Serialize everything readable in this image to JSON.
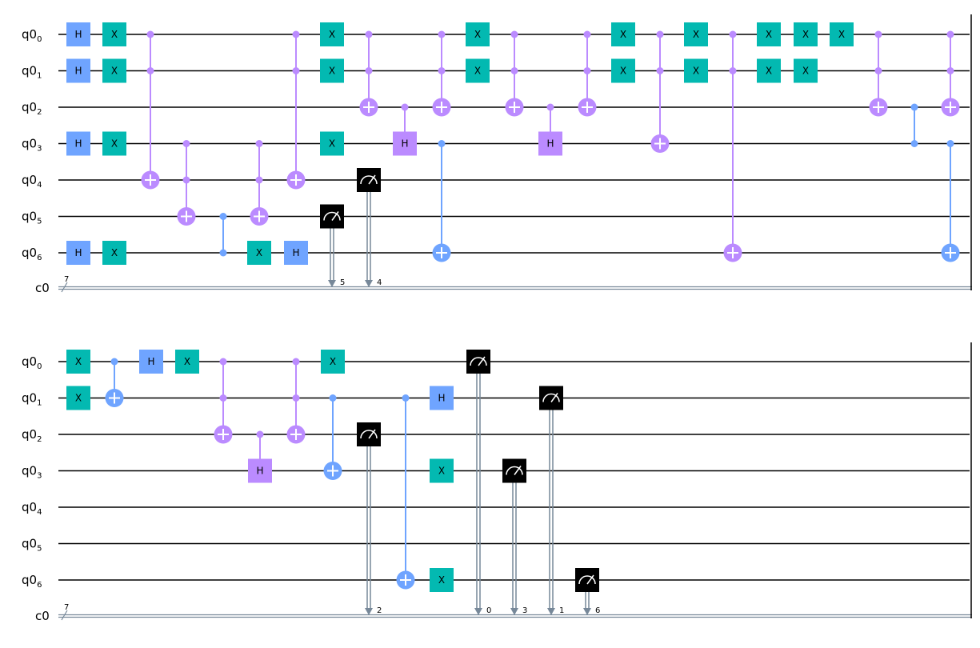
{
  "circuit": {
    "register_prefix": "q0",
    "qubit_labels": [
      "q0",
      "q0",
      "q0",
      "q0",
      "q0",
      "q0",
      "q0"
    ],
    "qubit_subscripts": [
      "0",
      "1",
      "2",
      "3",
      "4",
      "5",
      "6"
    ],
    "classical_label": "c0",
    "classical_size": "7",
    "colors": {
      "h": "#6fa4ff",
      "x": "#03b9b1",
      "ccx": "#bb8bff",
      "cx": "#6fa4ff",
      "cz": "#6fa4ff",
      "ch": "#bb8bff",
      "measure": "#000000",
      "wire": "#000000",
      "classical": "#778899"
    },
    "rows": [
      {
        "ops": [
          {
            "t": "1q",
            "g": "H",
            "q": 0,
            "c": "h"
          },
          {
            "t": "1q",
            "g": "H",
            "q": 1,
            "c": "h"
          },
          {
            "t": "1q",
            "g": "H",
            "q": 3,
            "c": "h"
          },
          {
            "t": "1q",
            "g": "H",
            "q": 6,
            "c": "h"
          },
          {
            "t": "1q",
            "g": "X",
            "q": 0,
            "c": "x"
          },
          {
            "t": "1q",
            "g": "X",
            "q": 1,
            "c": "x"
          },
          {
            "t": "1q",
            "g": "X",
            "q": 3,
            "c": "x"
          },
          {
            "t": "1q",
            "g": "X",
            "q": 6,
            "c": "x"
          },
          {
            "t": "cnot",
            "ctrls": [
              0,
              1
            ],
            "tgt": 4,
            "c": "ccx"
          },
          {
            "t": "cnot",
            "ctrls": [
              3,
              4
            ],
            "tgt": 5,
            "c": "ccx"
          },
          {
            "t": "cz",
            "qs": [
              5,
              6
            ],
            "c": "cz"
          },
          {
            "t": "cnot",
            "ctrls": [
              3,
              4
            ],
            "tgt": 5,
            "c": "ccx"
          },
          {
            "t": "1q",
            "g": "X",
            "q": 6,
            "c": "x"
          },
          {
            "t": "cnot",
            "ctrls": [
              0,
              1
            ],
            "tgt": 4,
            "c": "ccx"
          },
          {
            "t": "1q",
            "g": "H",
            "q": 6,
            "c": "h"
          },
          {
            "t": "1q",
            "g": "X",
            "q": 0,
            "c": "x"
          },
          {
            "t": "1q",
            "g": "X",
            "q": 1,
            "c": "x"
          },
          {
            "t": "1q",
            "g": "X",
            "q": 3,
            "c": "x"
          },
          {
            "t": "meas",
            "q": 5,
            "bit": "5"
          },
          {
            "t": "meas",
            "q": 4,
            "bit": "4"
          },
          {
            "t": "cnot",
            "ctrls": [
              0,
              1
            ],
            "tgt": 2,
            "c": "ccx"
          },
          {
            "t": "ch",
            "ctrl": 2,
            "tgt": 3,
            "g": "H",
            "c": "ch"
          },
          {
            "t": "cnot",
            "ctrls": [
              0,
              1
            ],
            "tgt": 2,
            "c": "ccx"
          },
          {
            "t": "cnot",
            "ctrls": [
              3
            ],
            "tgt": 6,
            "c": "cx"
          },
          {
            "t": "1q",
            "g": "X",
            "q": 0,
            "c": "x"
          },
          {
            "t": "1q",
            "g": "X",
            "q": 1,
            "c": "x"
          },
          {
            "t": "cnot",
            "ctrls": [
              0,
              1
            ],
            "tgt": 2,
            "c": "ccx"
          },
          {
            "t": "ch",
            "ctrl": 2,
            "tgt": 3,
            "g": "H",
            "c": "ch"
          },
          {
            "t": "cnot",
            "ctrls": [
              0,
              1
            ],
            "tgt": 2,
            "c": "ccx"
          },
          {
            "t": "1q",
            "g": "X",
            "q": 0,
            "c": "x"
          },
          {
            "t": "1q",
            "g": "X",
            "q": 1,
            "c": "x"
          },
          {
            "t": "cnot",
            "ctrls": [
              0,
              1
            ],
            "tgt": 3,
            "c": "ccx"
          },
          {
            "t": "1q",
            "g": "X",
            "q": 0,
            "c": "x"
          },
          {
            "t": "1q",
            "g": "X",
            "q": 1,
            "c": "x"
          },
          {
            "t": "cnot",
            "ctrls": [
              0,
              1
            ],
            "tgt": 6,
            "c": "ccx"
          },
          {
            "t": "1q",
            "g": "X",
            "q": 0,
            "c": "x"
          },
          {
            "t": "1q",
            "g": "X",
            "q": 1,
            "c": "x"
          },
          {
            "t": "1q",
            "g": "X",
            "q": 0,
            "c": "x"
          },
          {
            "t": "1q",
            "g": "X",
            "q": 1,
            "c": "x"
          },
          {
            "t": "1q",
            "g": "X",
            "q": 0,
            "c": "x"
          },
          {
            "t": "cnot",
            "ctrls": [
              0,
              1
            ],
            "tgt": 2,
            "c": "ccx"
          },
          {
            "t": "cz",
            "qs": [
              2,
              3
            ],
            "c": "cz"
          },
          {
            "t": "cnot",
            "ctrls": [
              0,
              1
            ],
            "tgt": 2,
            "c": "ccx"
          },
          {
            "t": "cnot",
            "ctrls": [
              3
            ],
            "tgt": 6,
            "c": "cx"
          }
        ]
      },
      {
        "ops": [
          {
            "t": "1q",
            "g": "X",
            "q": 0,
            "c": "x"
          },
          {
            "t": "1q",
            "g": "X",
            "q": 1,
            "c": "x"
          },
          {
            "t": "cnot",
            "ctrls": [
              0
            ],
            "tgt": 1,
            "c": "cx"
          },
          {
            "t": "1q",
            "g": "H",
            "q": 0,
            "c": "h"
          },
          {
            "t": "1q",
            "g": "X",
            "q": 0,
            "c": "x"
          },
          {
            "t": "cnot",
            "ctrls": [
              0,
              1
            ],
            "tgt": 2,
            "c": "ccx"
          },
          {
            "t": "ch",
            "ctrl": 2,
            "tgt": 3,
            "g": "H",
            "c": "ch"
          },
          {
            "t": "cnot",
            "ctrls": [
              0,
              1
            ],
            "tgt": 2,
            "c": "ccx"
          },
          {
            "t": "1q",
            "g": "X",
            "q": 0,
            "c": "x"
          },
          {
            "t": "cnot",
            "ctrls": [
              1
            ],
            "tgt": 3,
            "c": "cx"
          },
          {
            "t": "meas",
            "q": 2,
            "bit": "2"
          },
          {
            "t": "cnot",
            "ctrls": [
              1
            ],
            "tgt": 6,
            "c": "cx"
          },
          {
            "t": "1q",
            "g": "H",
            "q": 1,
            "c": "h"
          },
          {
            "t": "1q",
            "g": "X",
            "q": 3,
            "c": "x"
          },
          {
            "t": "1q",
            "g": "X",
            "q": 6,
            "c": "x"
          },
          {
            "t": "meas",
            "q": 0,
            "bit": "0"
          },
          {
            "t": "meas",
            "q": 3,
            "bit": "3"
          },
          {
            "t": "meas",
            "q": 1,
            "bit": "1"
          },
          {
            "t": "meas",
            "q": 6,
            "bit": "6"
          }
        ]
      }
    ]
  }
}
